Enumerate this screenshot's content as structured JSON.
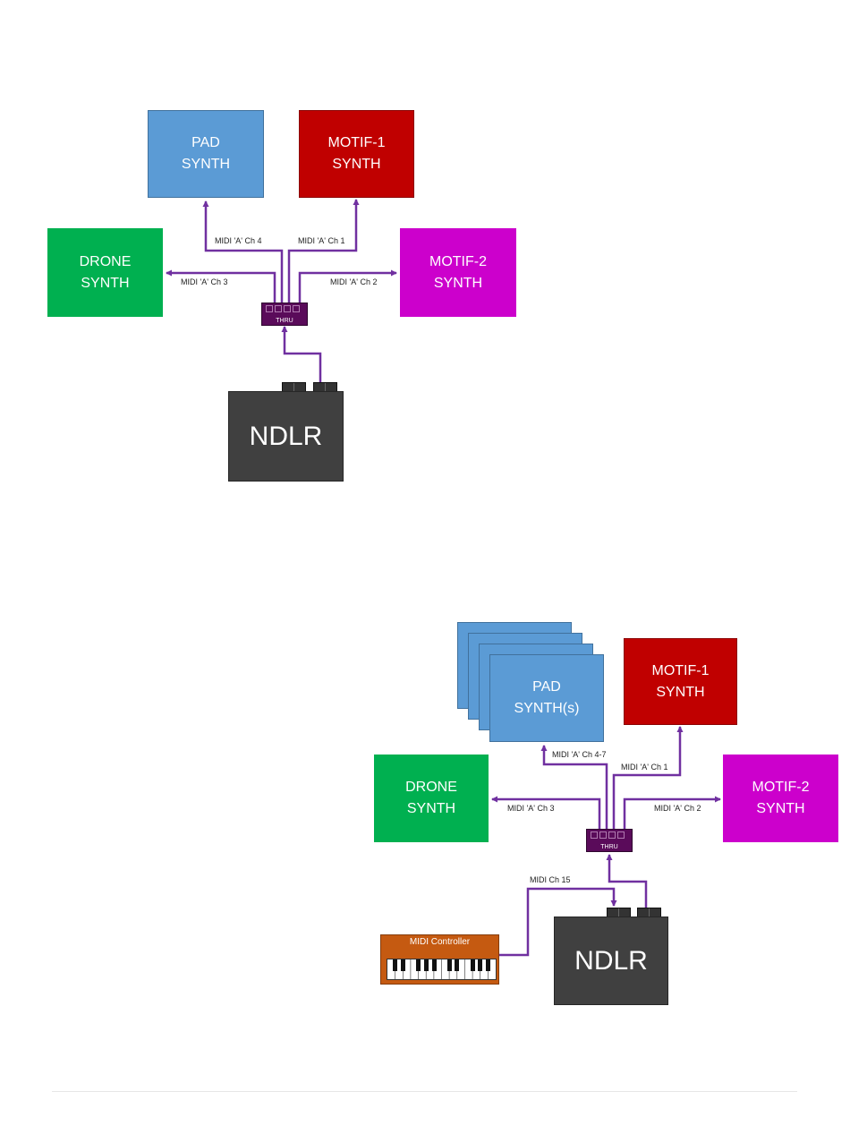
{
  "diagram1": {
    "pad": {
      "line1": "PAD",
      "line2": "SYNTH"
    },
    "motif1": {
      "line1": "MOTIF-1",
      "line2": "SYNTH"
    },
    "drone": {
      "line1": "DRONE",
      "line2": "SYNTH"
    },
    "motif2": {
      "line1": "MOTIF-2",
      "line2": "SYNTH"
    },
    "thru": "THRU",
    "ndlr": "NDLR",
    "labels": {
      "pad": "MIDI 'A' Ch 4",
      "motif1": "MIDI 'A' Ch 1",
      "drone": "MIDI 'A' Ch 3",
      "motif2": "MIDI 'A' Ch 2"
    }
  },
  "diagram2": {
    "pad": {
      "line1": "PAD",
      "line2": "SYNTH(s)"
    },
    "motif1": {
      "line1": "MOTIF-1",
      "line2": "SYNTH"
    },
    "drone": {
      "line1": "DRONE",
      "line2": "SYNTH"
    },
    "motif2": {
      "line1": "MOTIF-2",
      "line2": "SYNTH"
    },
    "thru": "THRU",
    "ndlr": "NDLR",
    "controller": "MIDI Controller",
    "labels": {
      "pad": "MIDI 'A' Ch 4-7",
      "motif1": "MIDI 'A' Ch 1",
      "drone": "MIDI 'A' Ch 3",
      "motif2": "MIDI 'A' Ch 2",
      "controller": "MIDI Ch 15"
    }
  },
  "colors": {
    "wire": "#7030a0",
    "pad": "#5b9bd5",
    "motif1": "#c00000",
    "motif2": "#cc00cc",
    "drone": "#00b050",
    "ndlr": "#404040",
    "thru": "#5a0b5a",
    "controller": "#c55a11"
  }
}
